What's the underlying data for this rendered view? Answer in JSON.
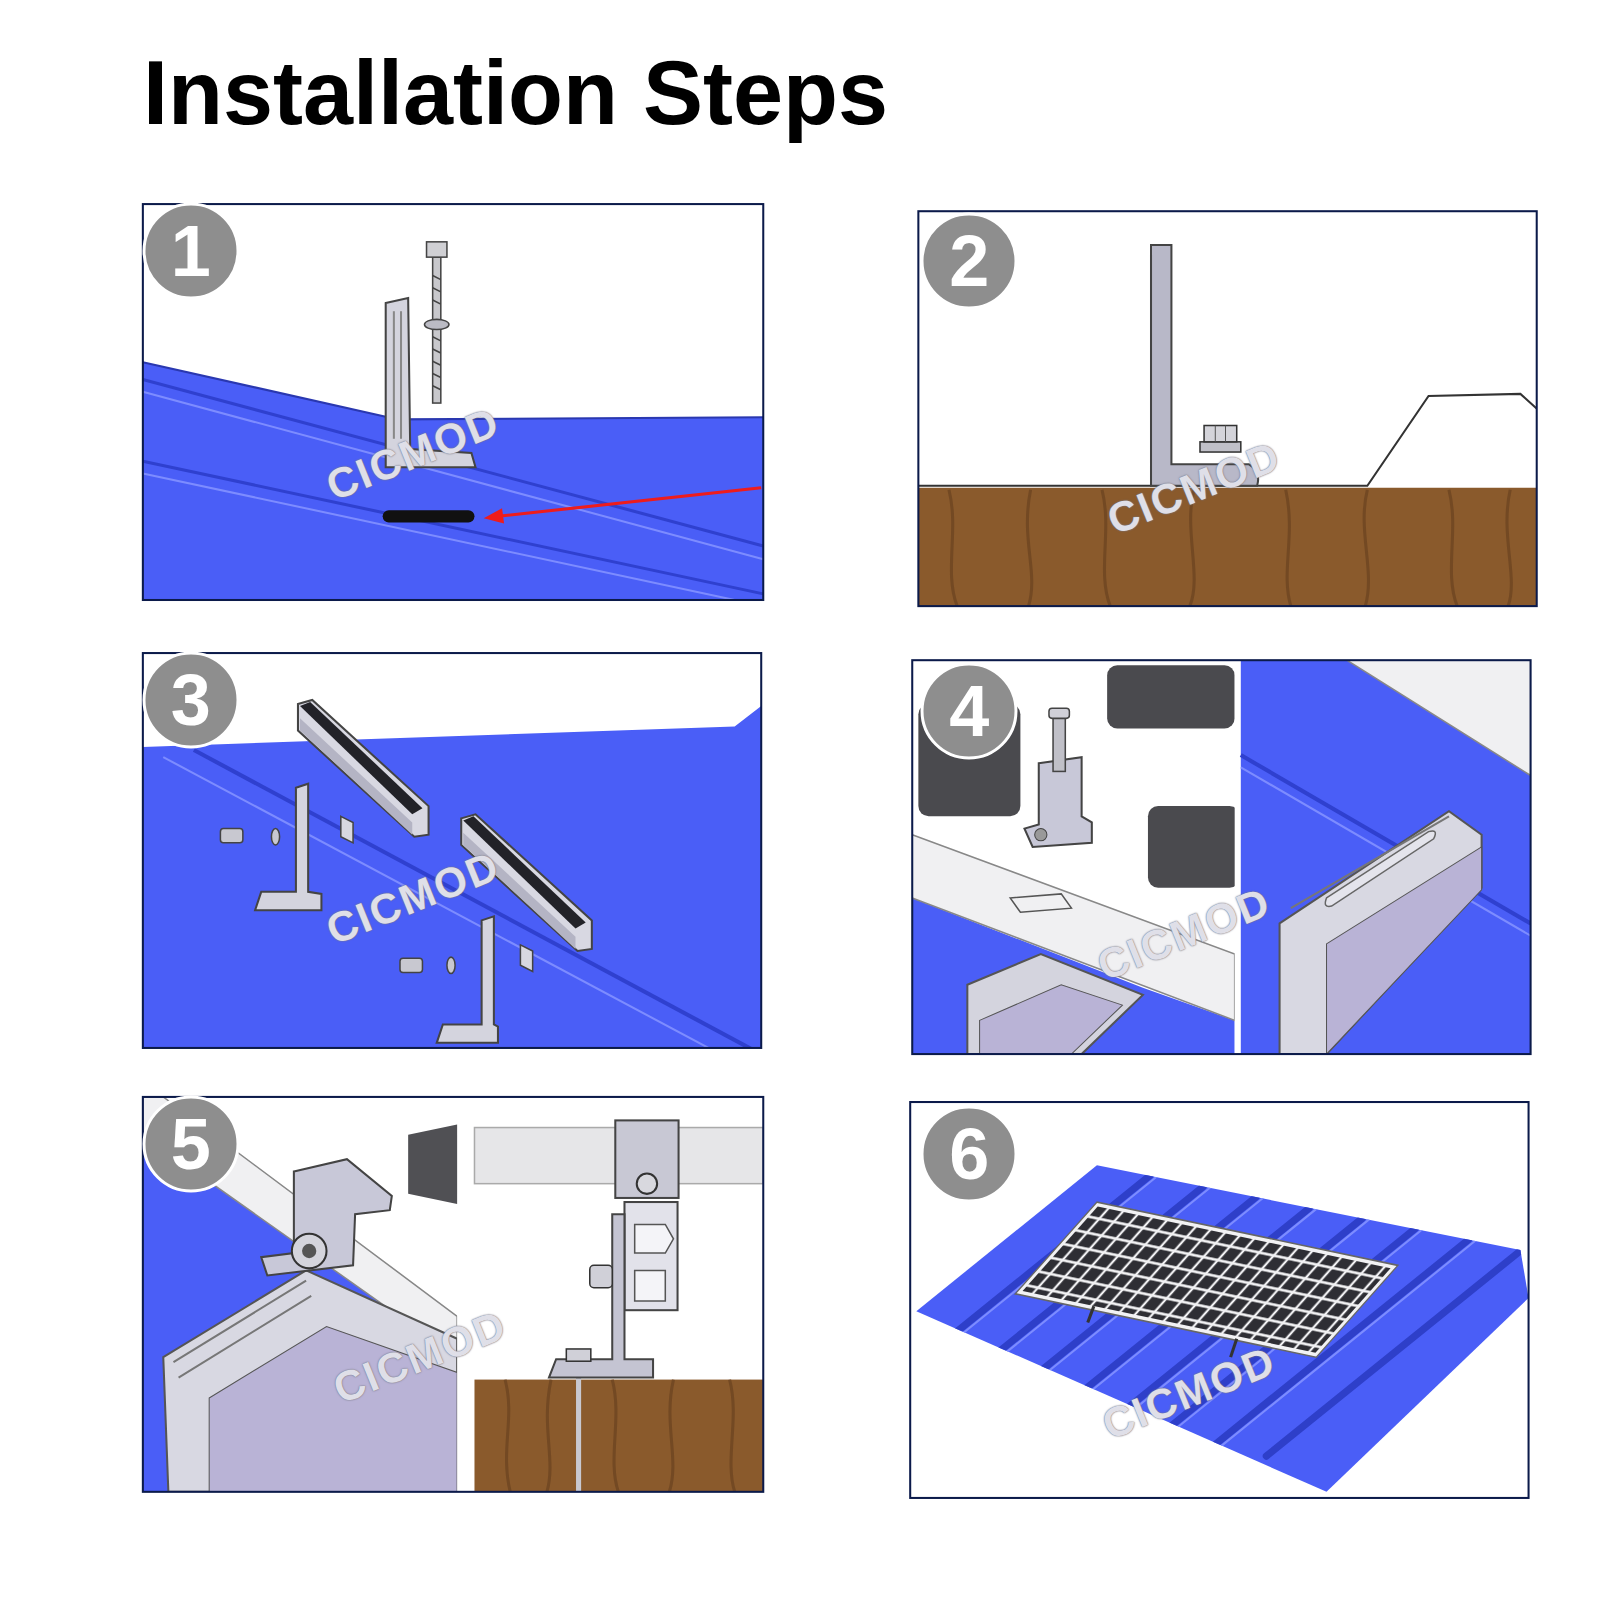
{
  "diagram": {
    "title": "Installation Steps",
    "nodes": [
      {
        "text": [
          "1"
        ]
      },
      {
        "text": [
          "2"
        ]
      },
      {
        "text": [
          "3"
        ]
      },
      {
        "text": [
          "4"
        ]
      },
      {
        "text": [
          "5"
        ]
      },
      {
        "text": [
          "6"
        ]
      }
    ],
    "labels": [
      "CICMOD",
      "CICMOD",
      "CICMOD",
      "CICMOD",
      "CICMOD",
      "CICMOD"
    ]
  }
}
